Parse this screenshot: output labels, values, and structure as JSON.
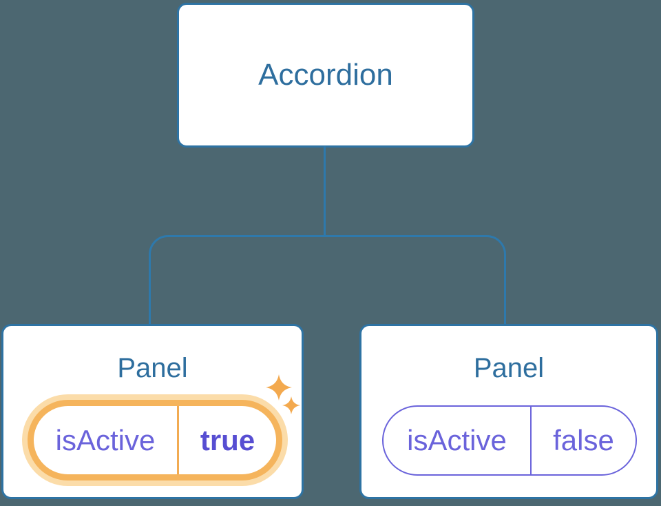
{
  "palette": {
    "background": "#4C6771",
    "node_border_blue": "#2E73A3",
    "connector_blue": "#2E79AC",
    "node_fill": "#FFFFFF",
    "heading_text_blue": "#2E6E9E",
    "prop_text_purple": "#6A63DB",
    "prop_value_active_purple": "#574ED2",
    "active_ring_orange": "#F5B45C",
    "active_glow_orange": "#FBDCA9",
    "active_divider_orange": "#F2AB52",
    "sparkle_orange": "#F3A94E"
  },
  "diagram": {
    "root": {
      "label": "Accordion"
    },
    "children": [
      {
        "title": "Panel",
        "prop_name": "isActive",
        "prop_value": "true",
        "state": "active"
      },
      {
        "title": "Panel",
        "prop_name": "isActive",
        "prop_value": "false",
        "state": "inactive"
      }
    ]
  },
  "icons": {
    "active_highlight": "sparkle-icon"
  }
}
